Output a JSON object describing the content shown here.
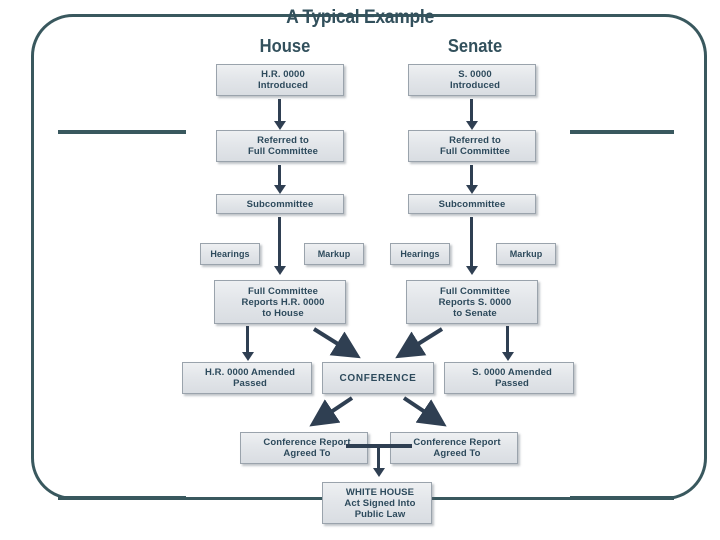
{
  "slide": {
    "title": "A Typical Example",
    "columns": [
      {
        "name": "house-column",
        "label": "House"
      },
      {
        "name": "senate-column",
        "label": "Senate"
      }
    ]
  },
  "flow": {
    "house": {
      "introduced": {
        "line1": "H.R. 0000",
        "line2": "Introduced"
      },
      "referred": {
        "line1": "Referred to",
        "line2": "Full Committee"
      },
      "subcommittee": {
        "line1": "Subcommittee"
      },
      "hearings": {
        "line1": "Hearings"
      },
      "markup": {
        "line1": "Markup"
      },
      "full_committee": {
        "line1": "Full Committee",
        "line2": "Reports H.R. 0000",
        "line3": "to House"
      },
      "passed": {
        "line1": "H.R. 0000 Amended",
        "line2": "Passed"
      },
      "conference_report": {
        "line1": "Conference Report",
        "line2": "Agreed To"
      }
    },
    "senate": {
      "introduced": {
        "line1": "S. 0000",
        "line2": "Introduced"
      },
      "referred": {
        "line1": "Referred to",
        "line2": "Full Committee"
      },
      "subcommittee": {
        "line1": "Subcommittee"
      },
      "hearings": {
        "line1": "Hearings"
      },
      "markup": {
        "line1": "Markup"
      },
      "full_committee": {
        "line1": "Full Committee",
        "line2": "Reports S. 0000",
        "line3": "to Senate"
      },
      "passed": {
        "line1": "S. 0000 Amended",
        "line2": "Passed"
      },
      "conference_report": {
        "line1": "Conference Report",
        "line2": "Agreed To"
      }
    },
    "conference": {
      "line1": "CONFERENCE"
    },
    "white_house": {
      "line1": "WHITE HOUSE",
      "line2": "Act Signed Into",
      "line3": "Public Law"
    }
  },
  "colors": {
    "frame": "#39585e",
    "heading_text": "#32505c",
    "box_text": "#2d4a5c",
    "box_fill": "#e3e6ea",
    "box_border": "#9aa3ac",
    "connector": "#2f3f52",
    "background": "#ffffff"
  }
}
